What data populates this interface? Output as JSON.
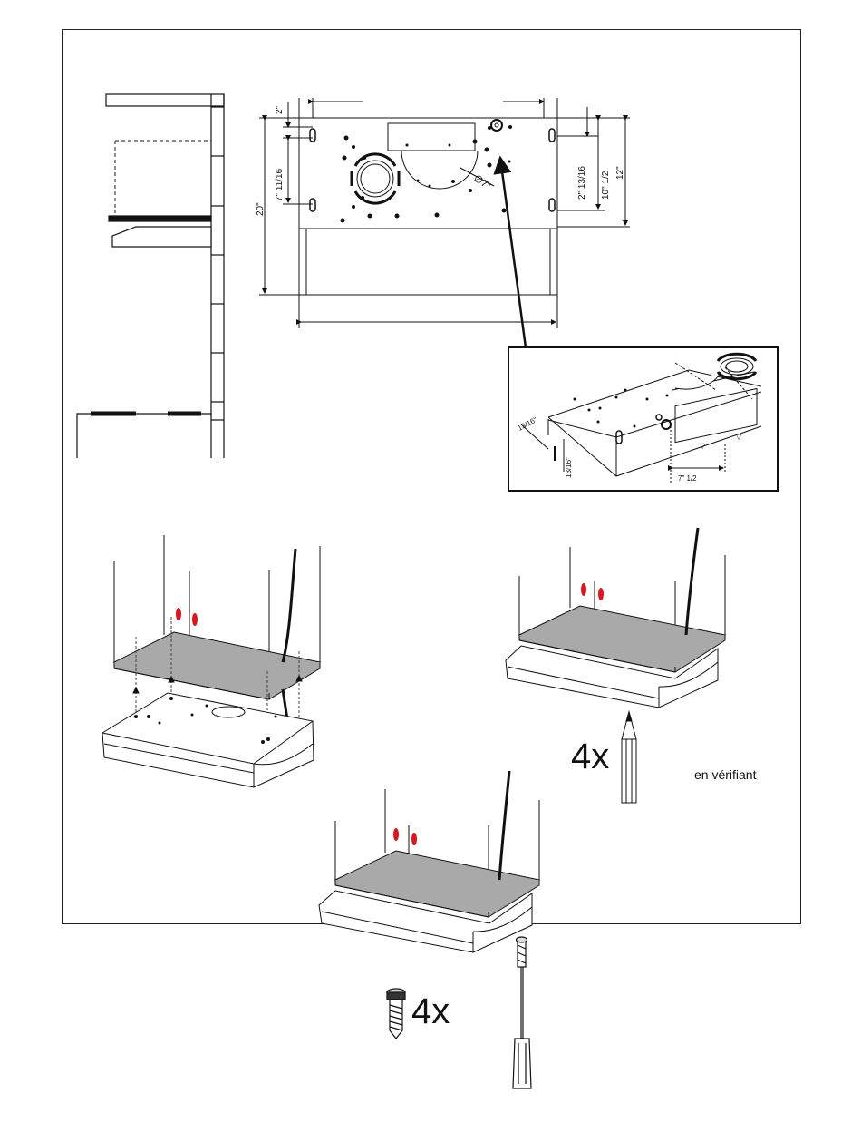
{
  "dimensions": {
    "top_2": "2\"",
    "left_7_11_16": "7\" 11/16",
    "left_20": "20\"",
    "diameter_7": "7\"",
    "right_2_13_16": "2\" 13/16",
    "right_10_1_2": "10\" 1/2",
    "right_12": "12\"",
    "detail_13_16_a": "13/16\"",
    "detail_13_16_b": "13/16\"",
    "detail_7_1_2": "7\" 1/2"
  },
  "labels": {
    "qty_pencil": "4x",
    "qty_screws": "4x",
    "verify_text": "en vérifiant"
  },
  "colors": {
    "line": "#111111",
    "panel_gray": "#a9a9a9",
    "mark_red": "#e0141e",
    "dashed": "#444444"
  },
  "icons": {
    "pencil": "pencil-icon",
    "screw": "screw-icon",
    "screwdriver": "screwdriver-icon",
    "diameter": "diameter-symbol-icon"
  }
}
